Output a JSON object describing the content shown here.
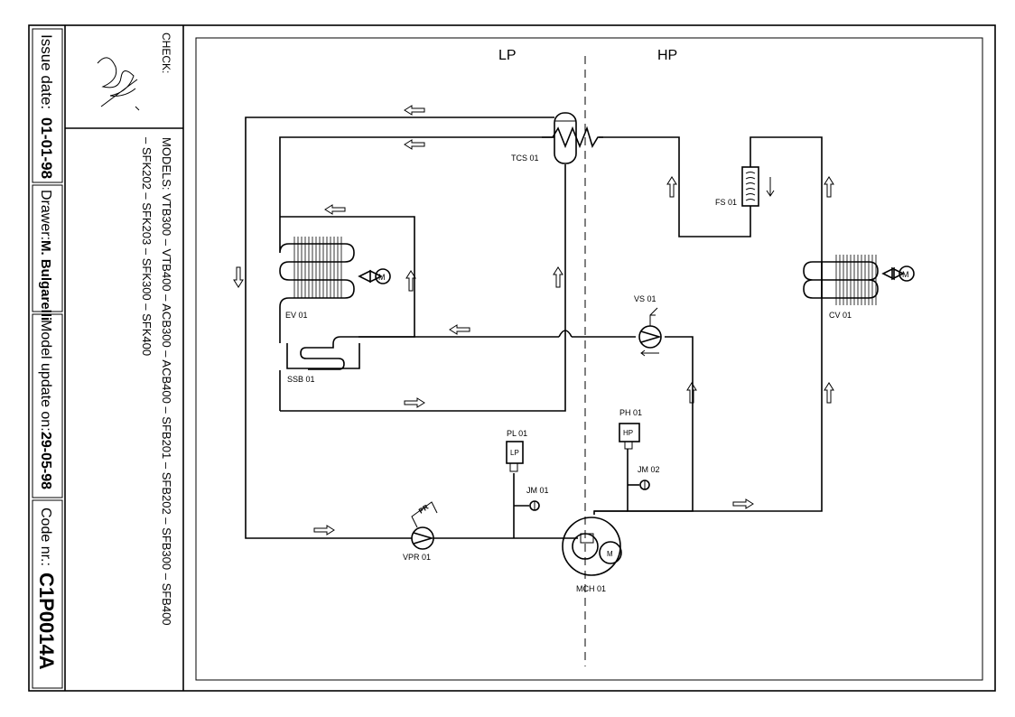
{
  "title_block": {
    "issue_date_label": "Issue date:",
    "issue_date": "01-01-98",
    "drawer_label": "Drawer:",
    "drawer": "M. Bulgarelli",
    "model_update_label": "Model update on:",
    "model_update": "29-05-98",
    "code_label": "Code nr.:",
    "code": "C1P0014A",
    "check_label": "CHECK:",
    "models_line1": "MODELS: VTB300 – VTB400 – ACB300 – ACB400 – SFB201 – SFB202 – SFB300 – SFB400",
    "models_line2": "– SFK202 – SFK203 – SFK300 – SFK400"
  },
  "diagram": {
    "lp_label": "LP",
    "hp_label": "HP",
    "components": {
      "tcs": "TCS 01",
      "fs": "FS 01",
      "ev": "EV 01",
      "ssb": "SSB 01",
      "vs": "VS 01",
      "cv": "CV 01",
      "pl": "PL 01",
      "pl_box": "LP",
      "ph": "PH 01",
      "ph_box": "HP",
      "jm1": "JM 01",
      "jm2": "JM 02",
      "vpr": "VPR 01",
      "vpr_tag": "PR",
      "mch": "MCH 01",
      "motor": "M"
    }
  }
}
